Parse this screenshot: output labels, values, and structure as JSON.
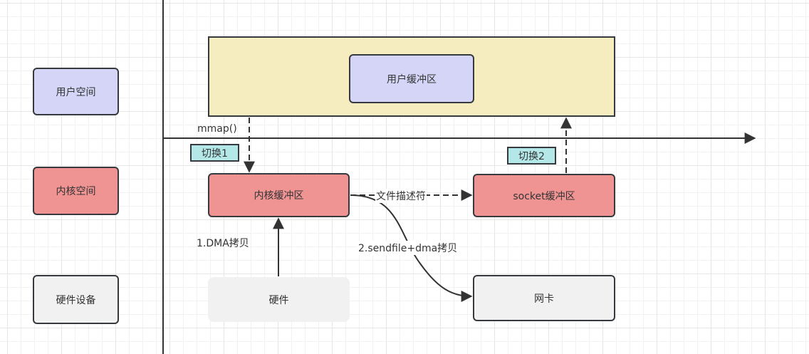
{
  "legend": {
    "user_space": "用户空间",
    "kernel_space": "内核空间",
    "hardware_device": "硬件设备"
  },
  "nodes": {
    "user_buffer": "用户缓冲区",
    "kernel_buffer": "内核缓冲区",
    "socket_buffer": "socket缓冲区",
    "hardware": "硬件",
    "nic": "网卡"
  },
  "tags": {
    "switch1": "切换1",
    "switch2": "切换2"
  },
  "edges": {
    "mmap": "mmap()",
    "file_descriptor": "文件描述符",
    "dma_copy": "1.DMA拷贝",
    "sendfile_dma": "2.sendfile+dma拷贝"
  },
  "colors": {
    "user_space_fill": "#d4d5f7",
    "kernel_space_fill": "#f09393",
    "hardware_fill": "#f1f1f1",
    "user_region_fill": "#f5ecc0",
    "switch_tag_fill": "#b4e8e8",
    "stroke": "#36393d"
  }
}
